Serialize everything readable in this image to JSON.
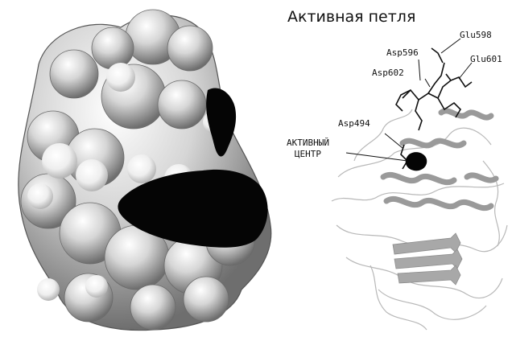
{
  "figure": {
    "title": "Активная петля",
    "residues": {
      "glu598": "Glu598",
      "asp596": "Asp596",
      "asp602": "Asp602",
      "glu601": "Glu601",
      "asp494": "Asp494"
    },
    "active_center": {
      "line1": "АКТИВНЫЙ",
      "line2": "ЦЕНТР"
    },
    "colors": {
      "surface": "#bdbdbd",
      "highlight": "#f4f4f4",
      "dark": "#050505",
      "ribbon": "#9a9a9a",
      "coil": "#b0b0b0",
      "line": "#111111"
    },
    "panels": [
      "molecular-surface-panel",
      "ribbon-structure-panel"
    ]
  }
}
